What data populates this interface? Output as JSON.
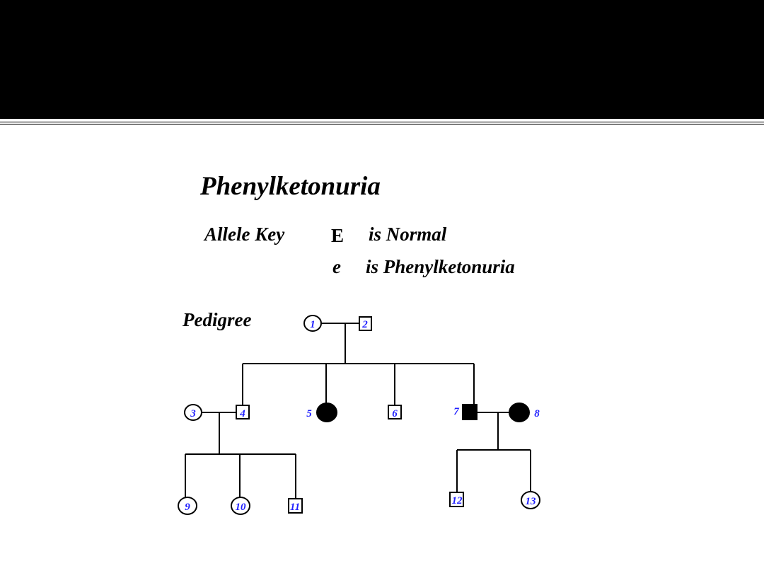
{
  "slide": {
    "title": "Phenylketonuria",
    "allele_key_label": "Allele Key",
    "alleles": [
      {
        "symbol": "E",
        "description": "is Normal"
      },
      {
        "symbol": "e",
        "description": "is Phenylketonuria"
      }
    ],
    "pedigree_label": "Pedigree"
  },
  "pedigree": {
    "individuals": [
      {
        "id": "1",
        "sex": "female",
        "affected": false
      },
      {
        "id": "2",
        "sex": "male",
        "affected": false
      },
      {
        "id": "3",
        "sex": "female",
        "affected": false
      },
      {
        "id": "4",
        "sex": "male",
        "affected": false
      },
      {
        "id": "5",
        "sex": "female",
        "affected": true
      },
      {
        "id": "6",
        "sex": "male",
        "affected": false
      },
      {
        "id": "7",
        "sex": "male",
        "affected": true
      },
      {
        "id": "8",
        "sex": "female",
        "affected": true
      },
      {
        "id": "9",
        "sex": "female",
        "affected": false
      },
      {
        "id": "10",
        "sex": "female",
        "affected": false
      },
      {
        "id": "11",
        "sex": "male",
        "affected": false
      },
      {
        "id": "12",
        "sex": "male",
        "affected": false
      },
      {
        "id": "13",
        "sex": "female",
        "affected": false
      }
    ],
    "colors": {
      "line": "#000000",
      "label": "#2020ff",
      "affected_fill": "#000000"
    }
  }
}
